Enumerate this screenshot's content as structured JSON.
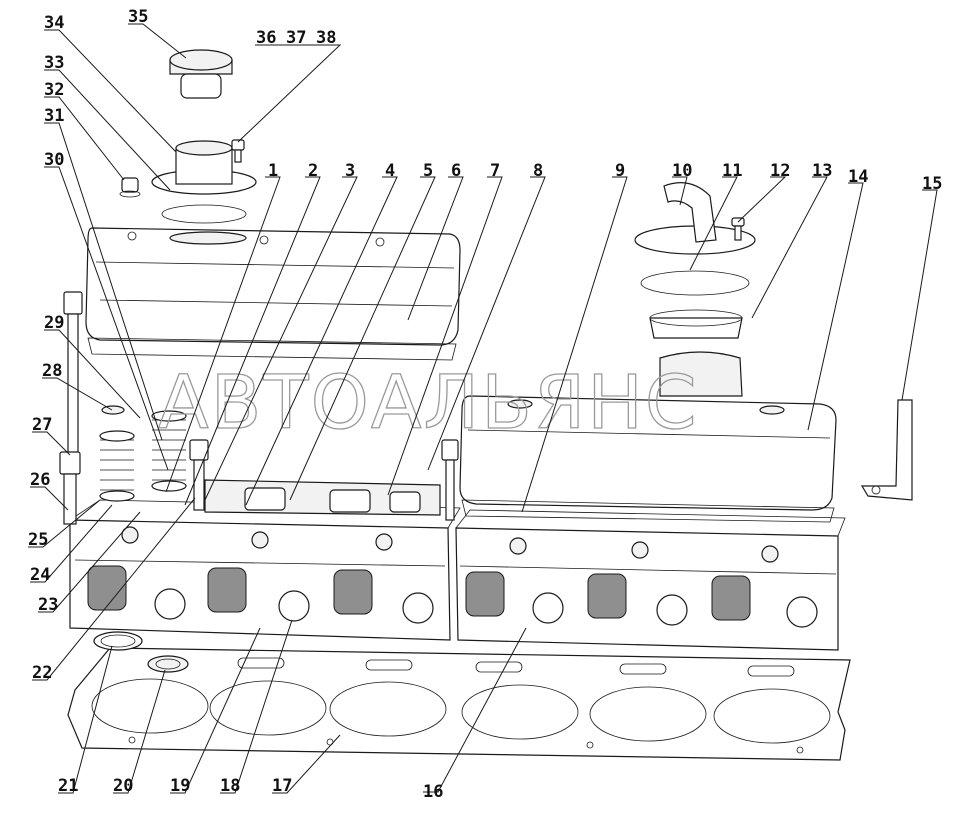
{
  "watermark": "АВТОАЛЬЯНС",
  "colors": {
    "line": "#1a1a1a",
    "watermark": "#9a9a9a",
    "port_shade": "#8f8f8f"
  },
  "callouts": [
    {
      "label": "1"
    },
    {
      "label": "2"
    },
    {
      "label": "3"
    },
    {
      "label": "4"
    },
    {
      "label": "5"
    },
    {
      "label": "6"
    },
    {
      "label": "7"
    },
    {
      "label": "8"
    },
    {
      "label": "9"
    },
    {
      "label": "10"
    },
    {
      "label": "11"
    },
    {
      "label": "12"
    },
    {
      "label": "13"
    },
    {
      "label": "14"
    },
    {
      "label": "15"
    },
    {
      "label": "16"
    },
    {
      "label": "17"
    },
    {
      "label": "18"
    },
    {
      "label": "19"
    },
    {
      "label": "20"
    },
    {
      "label": "21"
    },
    {
      "label": "22"
    },
    {
      "label": "23"
    },
    {
      "label": "24"
    },
    {
      "label": "25"
    },
    {
      "label": "26"
    },
    {
      "label": "27"
    },
    {
      "label": "28"
    },
    {
      "label": "29"
    },
    {
      "label": "30"
    },
    {
      "label": "31"
    },
    {
      "label": "32"
    },
    {
      "label": "33"
    },
    {
      "label": "34"
    },
    {
      "label": "35"
    },
    {
      "label": "36"
    },
    {
      "label": "37"
    },
    {
      "label": "38"
    }
  ]
}
